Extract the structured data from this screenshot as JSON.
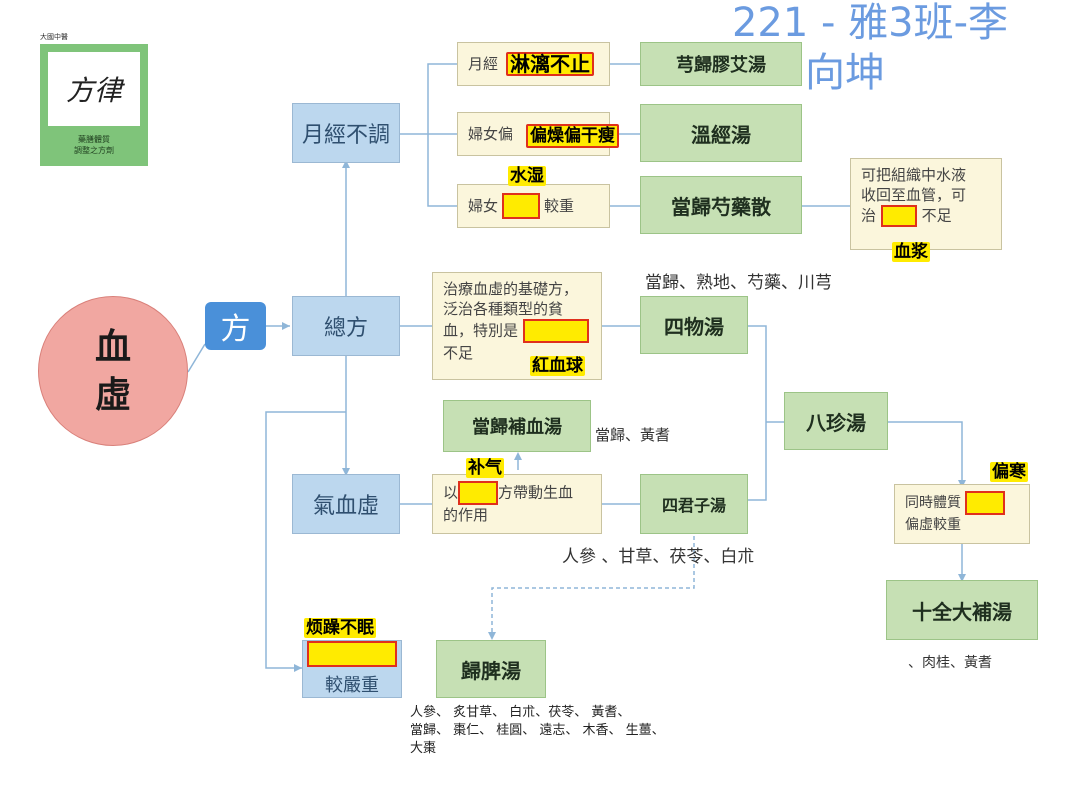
{
  "header": {
    "title_line1": "221 - 雅3班-李",
    "title_line2": "向坤"
  },
  "logo": {
    "top_text": "大國中醫",
    "calligraphy": "方律",
    "caption_line1": "藥膳體質",
    "caption_line2": "調整之方劑"
  },
  "root": {
    "label": "血\n虛",
    "tag": "方"
  },
  "categories": {
    "menstrual": "月經不調",
    "general": "總方",
    "qi_blood": "氣血虛",
    "severe": "較嚴重"
  },
  "menstrual_rows": [
    {
      "desc_prefix": "月經",
      "annotation": "淋漓不止",
      "formula": "芎歸膠艾湯"
    },
    {
      "desc_prefix": "婦女偏",
      "annotation": "偏燥偏干瘦",
      "formula": "溫經湯"
    },
    {
      "desc_prefix": "婦女",
      "desc_suffix": "較重",
      "annotation": "水湿",
      "formula": "當歸芍藥散"
    }
  ],
  "danggui_note": {
    "line1": "可把組織中水液",
    "line2": "收回至血管，可",
    "line3_prefix": "治",
    "line3_suffix": "不足",
    "annotation": "血浆"
  },
  "siwu": {
    "desc_line1": "治療血虛的基礎方，",
    "desc_line2": "泛治各種類型的貧",
    "desc_line3": "血，特別是",
    "desc_line4": "不足",
    "annotation": "紅血球",
    "formula": "四物湯",
    "ingredients": "當歸、熟地、芍藥、川芎"
  },
  "danggui_buxue": {
    "formula": "當歸補血湯",
    "ingredients": "當歸、黃耆"
  },
  "sijunzi": {
    "desc_prefix": "以",
    "desc_suffix": "方帶動生血",
    "desc_line2": "的作用",
    "annotation": "补气",
    "formula": "四君子湯",
    "ingredients": "人參 、甘草、茯苓、白朮"
  },
  "bazhen": {
    "formula": "八珍湯"
  },
  "shiquan": {
    "desc_line1_prefix": "同時體質",
    "desc_line2": "偏虛較重",
    "annotation": "偏寒",
    "formula": "十全大補湯",
    "ingredients": "、肉桂、黃耆"
  },
  "guipi": {
    "annotation": "烦躁不眠",
    "formula": "歸脾湯",
    "ingredients_line1": "人參、 炙甘草、 白朮、茯苓、 黃耆、",
    "ingredients_line2": "當歸、 棗仁、 桂圓、 遠志、 木香、 生薑、",
    "ingredients_line3": "大棗"
  }
}
